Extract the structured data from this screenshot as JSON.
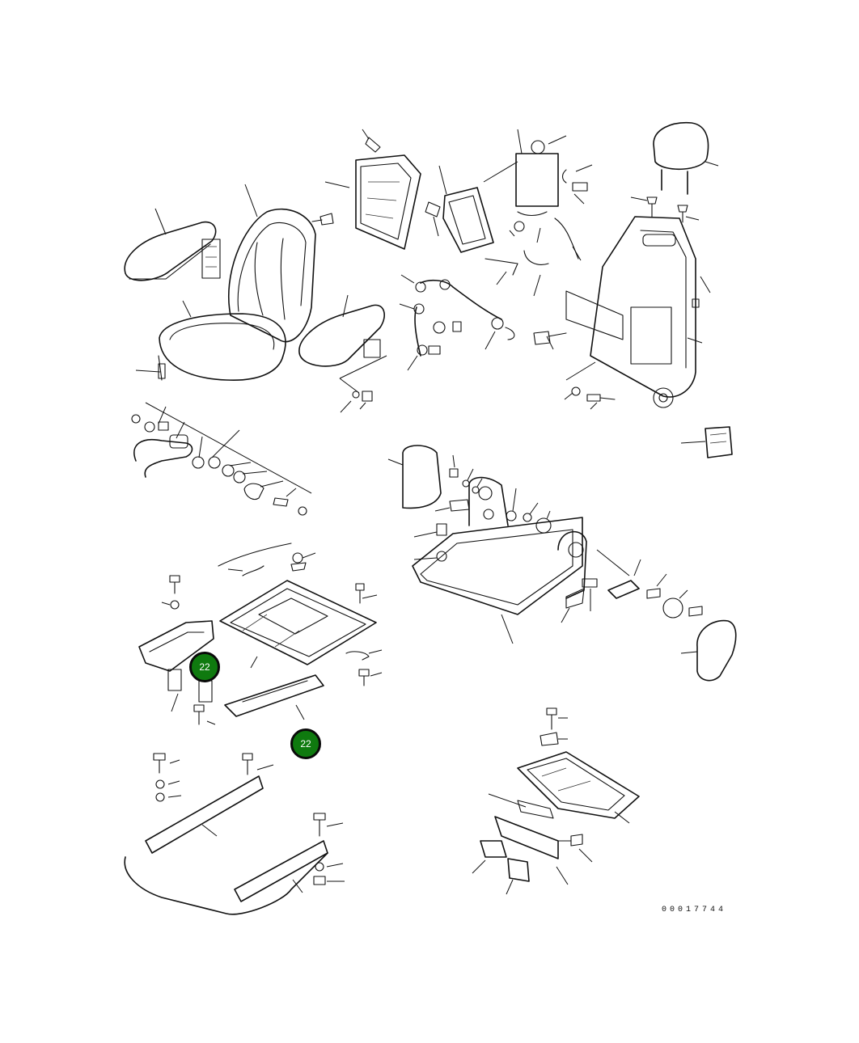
{
  "diagram": {
    "drawing_number": "00017744",
    "callouts": [
      {
        "label": "22",
        "color": "#0f7a0f"
      },
      {
        "label": "22",
        "color": "#0f7a0f"
      }
    ]
  }
}
